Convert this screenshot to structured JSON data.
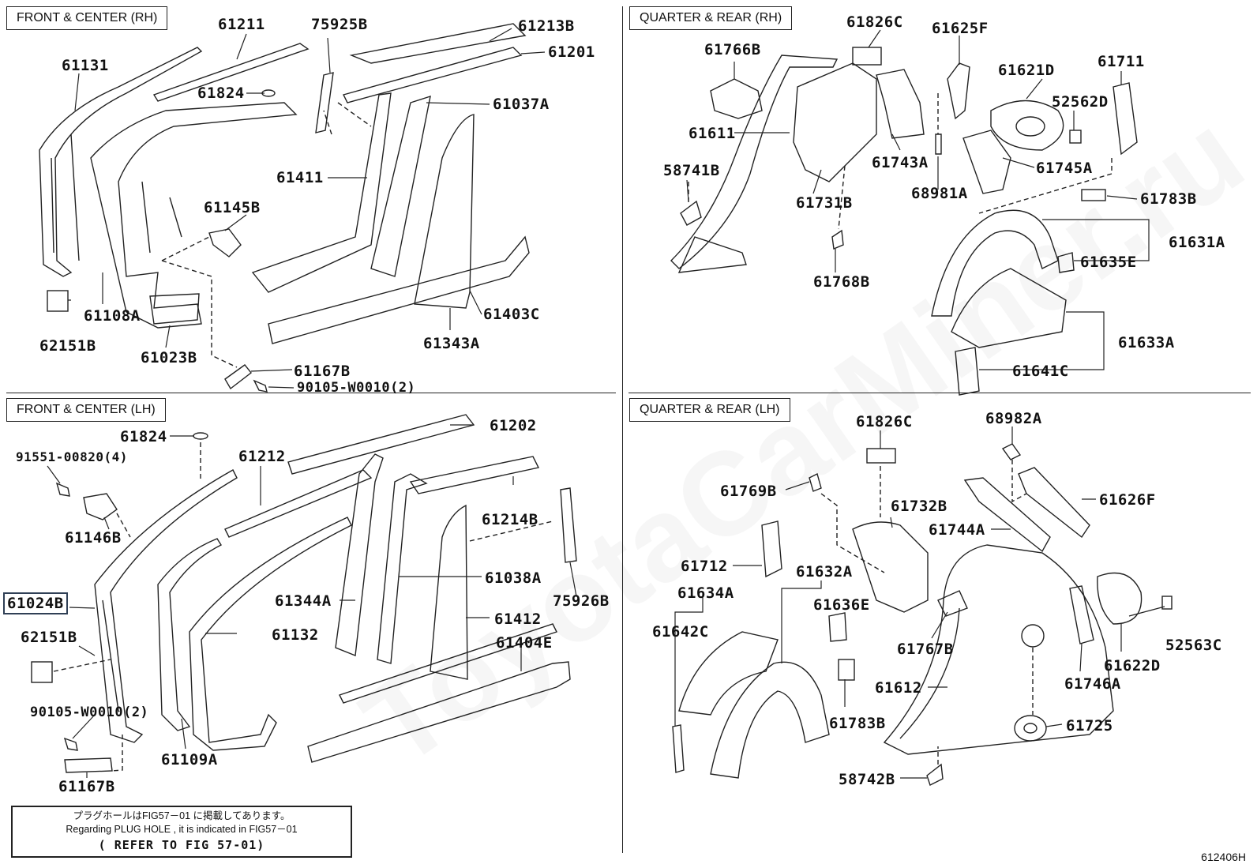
{
  "panels": {
    "front_rh": "FRONT & CENTER (RH)",
    "front_lh": "FRONT & CENTER (LH)",
    "quarter_rh": "QUARTER & REAR (RH)",
    "quarter_lh": "QUARTER & REAR (LH)"
  },
  "parts": {
    "p61211": "61211",
    "p75925B": "75925B",
    "p61213B": "61213B",
    "p61131": "61131",
    "p61201": "61201",
    "p61824a": "61824",
    "p61037A": "61037A",
    "p61411": "61411",
    "p61145B": "61145B",
    "p61108A": "61108A",
    "p62151Ba": "62151B",
    "p61023B": "61023B",
    "p61343A": "61343A",
    "p61403C": "61403C",
    "p61167Ba": "61167B",
    "p90105a": "90105-W0010(2)",
    "p61824b": "61824",
    "p61202": "61202",
    "p91551": "91551-00820(4)",
    "p61212": "61212",
    "p61146B": "61146B",
    "p61214B": "61214B",
    "p61038A": "61038A",
    "p61024B": "61024B",
    "p61344A": "61344A",
    "p75926B": "75926B",
    "p61412": "61412",
    "p62151Bb": "62151B",
    "p61132": "61132",
    "p61404E": "61404E",
    "p90105b": "90105-W0010(2)",
    "p61109A": "61109A",
    "p61167Bb": "61167B",
    "p61826Ca": "61826C",
    "p61625F": "61625F",
    "p61766B": "61766B",
    "p61621D": "61621D",
    "p61711": "61711",
    "p52562D": "52562D",
    "p61611": "61611",
    "p61743A": "61743A",
    "p58741B": "58741B",
    "p61745A": "61745A",
    "p61731B": "61731B",
    "p68981A": "68981A",
    "p61783Ba": "61783B",
    "p61631A": "61631A",
    "p61635E": "61635E",
    "p61768B": "61768B",
    "p61633A": "61633A",
    "p61641C": "61641C",
    "p61826Cb": "61826C",
    "p68982A": "68982A",
    "p61769B": "61769B",
    "p61626F": "61626F",
    "p61732B": "61732B",
    "p61744A": "61744A",
    "p61712": "61712",
    "p61632A": "61632A",
    "p61634A": "61634A",
    "p61636E": "61636E",
    "p61642C": "61642C",
    "p61767B": "61767B",
    "p61746A": "61746A",
    "p52563C": "52563C",
    "p61622D": "61622D",
    "p61612": "61612",
    "p61783Bb": "61783B",
    "p61725": "61725",
    "p58742B": "58742B"
  },
  "note": {
    "line1": "プラグホールはFIG57－01 に掲載してあります。",
    "line2": "Regarding PLUG HOLE , it is indicated in FIG57－01",
    "line3": "( REFER TO FIG 57-01)"
  },
  "figure_id": "612406H",
  "watermark": "ToyotaCarMiner.ru",
  "colors": {
    "line": "#222222",
    "highlight_border": "#2f3f55",
    "background": "#ffffff"
  }
}
